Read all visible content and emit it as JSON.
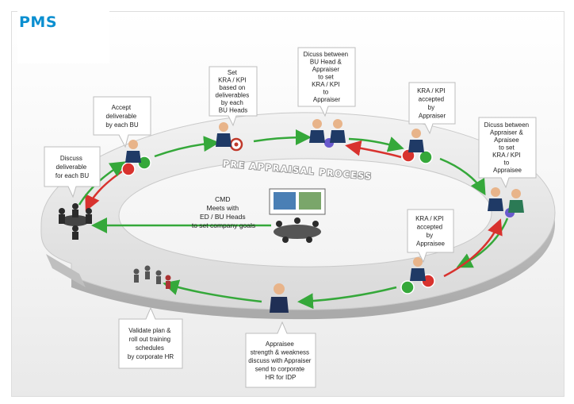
{
  "title": "PMS",
  "ring_label": "PRE APPRAISAL PROCESS",
  "steps": [
    {
      "id": "discuss-deliverable",
      "lines": [
        "Discuss",
        "deliverable",
        "for each BU"
      ]
    },
    {
      "id": "accept-deliverable",
      "lines": [
        "Accept",
        "deliverable",
        "by each BU"
      ]
    },
    {
      "id": "set-kra",
      "lines": [
        "Set",
        "KRA / KPI",
        "based on",
        "deliverables",
        "by each",
        "BU Heads"
      ]
    },
    {
      "id": "discuss-bu-head",
      "lines": [
        "Dicuss between",
        "BU Head &",
        "Appraiser",
        "to set",
        "KRA / KPI",
        "to",
        "Appraiser"
      ]
    },
    {
      "id": "accepted-appraiser",
      "lines": [
        "KRA / KPI",
        "accepted",
        "by",
        "Appraiser"
      ]
    },
    {
      "id": "discuss-appraisee",
      "lines": [
        "Dicuss between",
        "Appraiser &",
        "Apraisee",
        "to set",
        "KRA / KPI",
        "to",
        "Appraisee"
      ]
    },
    {
      "id": "accepted-appraisee",
      "lines": [
        "KRA / KPI",
        "accepted",
        "by",
        "Appraisee"
      ]
    },
    {
      "id": "strength-weakness",
      "lines": [
        "Appraisee",
        "strength & weakness",
        "discuss  with Appraiser",
        "send to corporate",
        "HR for IDP"
      ]
    },
    {
      "id": "validate-plan",
      "lines": [
        "Validate plan &",
        "roll out training",
        "schedules",
        "by corporate HR"
      ]
    }
  ],
  "center": {
    "lines": [
      "CMD",
      "Meets with",
      "ED / BU Heads",
      "to set company goals"
    ]
  },
  "colors": {
    "accent": "#0b8fd0",
    "arrow_green": "#35a83a",
    "arrow_red": "#d8322e",
    "ring_top": "#e6e6e6",
    "ring_side": "#bdbdbd"
  }
}
